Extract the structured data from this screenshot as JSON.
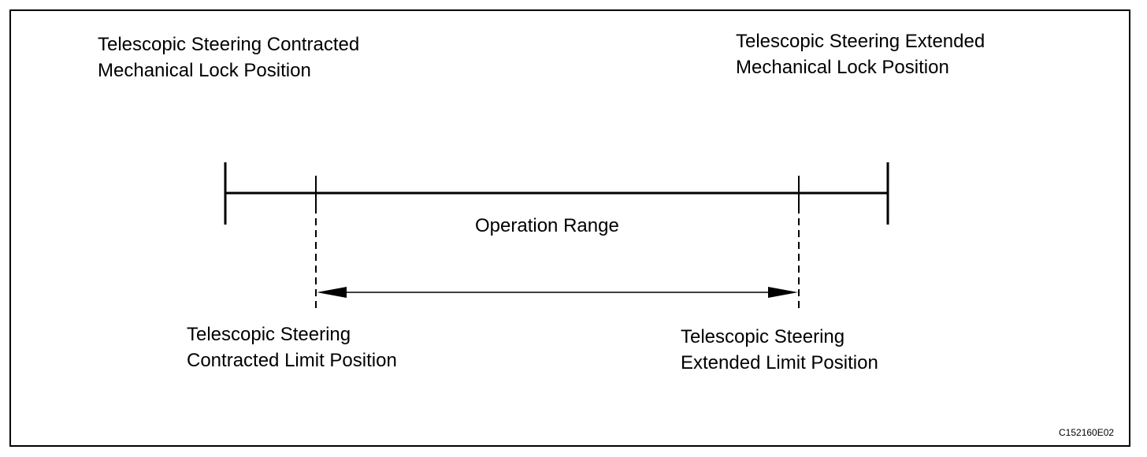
{
  "labels": {
    "contracted_mech_lock": [
      "Telescopic Steering Contracted",
      "Mechanical Lock Position"
    ],
    "extended_mech_lock": [
      "Telescopic Steering Extended",
      "Mechanical Lock Position"
    ],
    "operation_range": "Operation Range",
    "contracted_limit": [
      "Telescopic Steering",
      "Contracted Limit Position"
    ],
    "extended_limit": [
      "Telescopic Steering",
      "Extended Limit Position"
    ]
  },
  "figure_code": "C152160E02"
}
